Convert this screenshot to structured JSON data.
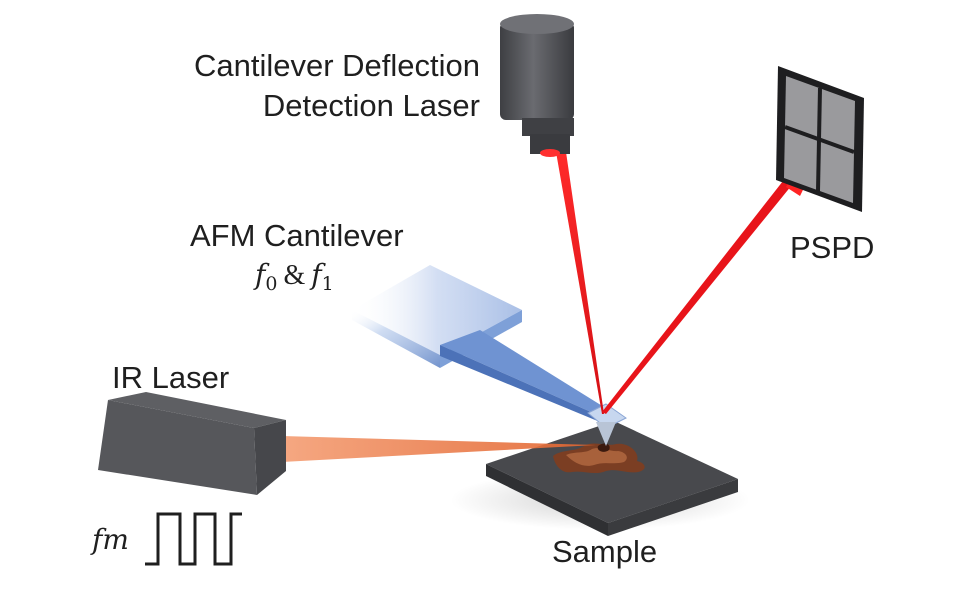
{
  "labels": {
    "deflection_laser_line1": "Cantilever Deflection",
    "deflection_laser_line2": "Detection Laser",
    "pspd": "PSPD",
    "afm_cantilever": "AFM Cantilever",
    "freq_f": "f",
    "freq_sub0": "0",
    "freq_amp": "&",
    "freq_sub1": "1",
    "ir_laser": "IR Laser",
    "modulation": "fm",
    "sample": "Sample"
  },
  "colors": {
    "beam_red": "#e8141a",
    "ir_beam": "#f28a55",
    "cantilever_blue": "#5e86c8",
    "device_gray": "#4f5054",
    "sample_plate": "#3f4044",
    "sample_material": "#8a4a2c"
  }
}
